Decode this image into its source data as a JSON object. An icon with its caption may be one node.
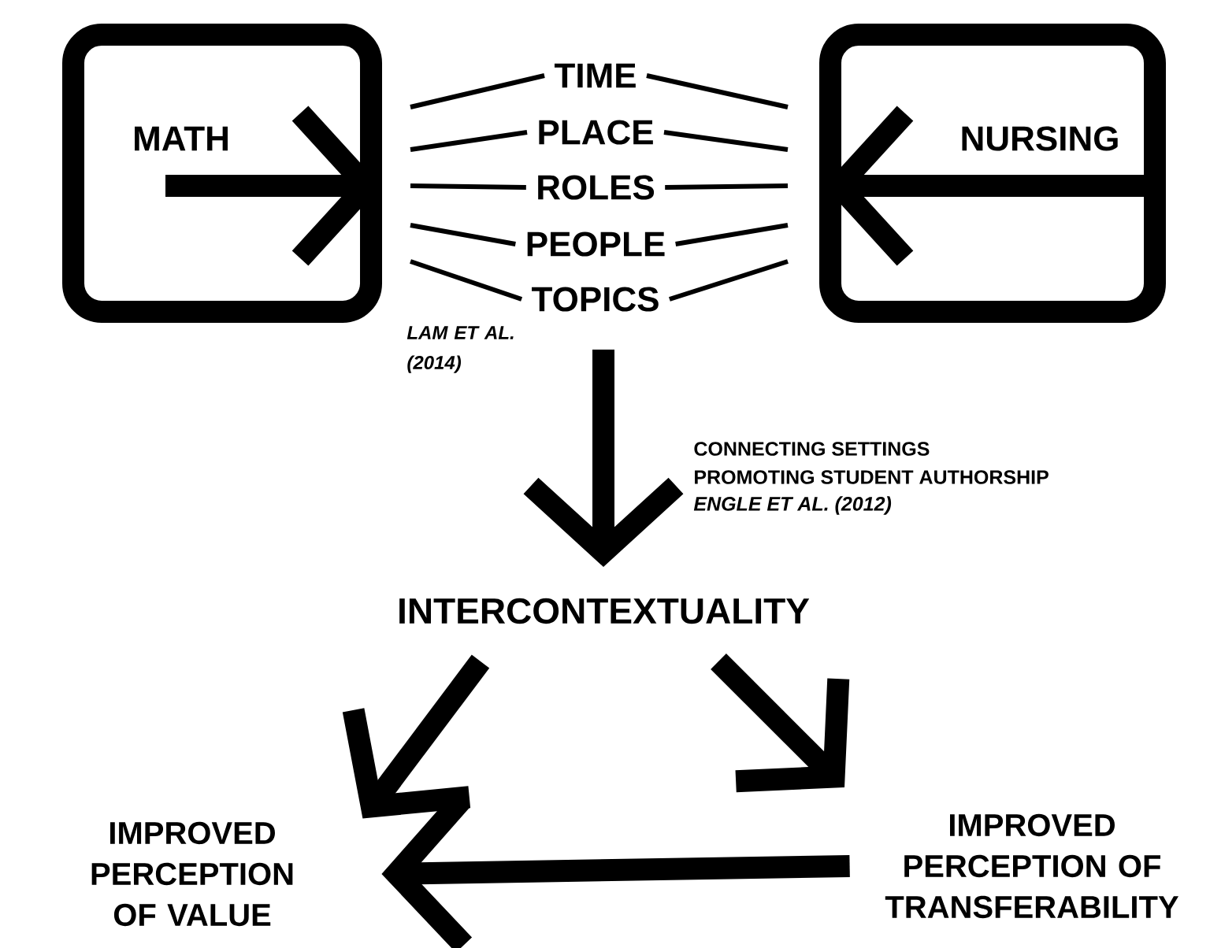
{
  "diagram": {
    "nodes": [
      {
        "text": [
          "MATH"
        ]
      },
      {
        "text": [
          "NURSING"
        ]
      },
      {
        "text": [
          "TIME"
        ]
      },
      {
        "text": [
          "PLACE"
        ]
      },
      {
        "text": [
          "ROLES"
        ]
      },
      {
        "text": [
          "PEOPLE"
        ]
      },
      {
        "text": [
          "TOPICS"
        ]
      },
      {
        "text": [
          "INTERCONTEXTUALITY"
        ]
      },
      {
        "text": [
          "IMPROVED PERCEPTION OF VALUE"
        ]
      },
      {
        "text": [
          "IMPROVED PERCEPTION OF TRANSFERABILITY"
        ]
      }
    ],
    "edges": [
      {
        "from": 0,
        "to": 2,
        "arrow": "none"
      },
      {
        "from": 0,
        "to": 3,
        "arrow": "none"
      },
      {
        "from": 0,
        "to": 4,
        "arrow": "none"
      },
      {
        "from": 0,
        "to": 5,
        "arrow": "none"
      },
      {
        "from": 0,
        "to": 6,
        "arrow": "none"
      },
      {
        "from": 1,
        "to": 2,
        "arrow": "none"
      },
      {
        "from": 1,
        "to": 3,
        "arrow": "none"
      },
      {
        "from": 1,
        "to": 4,
        "arrow": "none"
      },
      {
        "from": 1,
        "to": 5,
        "arrow": "none"
      },
      {
        "from": 1,
        "to": 6,
        "arrow": "none"
      },
      {
        "from": null,
        "to": 7,
        "arrow": "to",
        "style": "thick"
      },
      {
        "from": 7,
        "to": 8,
        "arrow": "to",
        "style": "thick"
      },
      {
        "from": 7,
        "to": 9,
        "arrow": "to",
        "style": "thick"
      },
      {
        "from": 9,
        "to": 8,
        "arrow": "to",
        "style": "thick"
      }
    ],
    "labels": [
      "LAM ET AL. (2014)",
      "CONNECTING SETTINGS",
      "PROMOTING STUDENT AUTHORSHIP",
      "ENGLE ET AL. (2012)"
    ]
  }
}
